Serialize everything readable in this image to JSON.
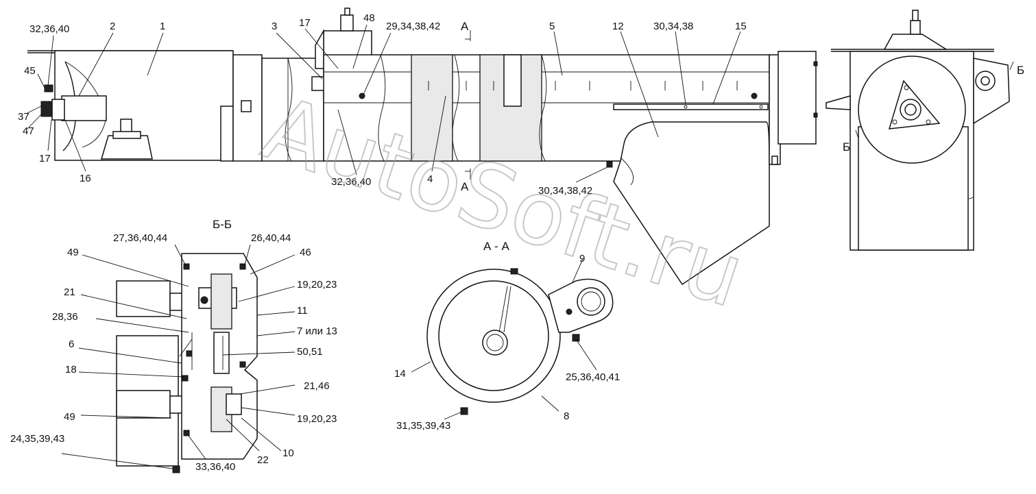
{
  "watermark": "AutoSoft.ru",
  "section_titles": {
    "bb": "Б-Б",
    "aa": "А - А",
    "a_top": "А",
    "a_bottom": "А",
    "b_top": "Б",
    "b_bottom": "Б"
  },
  "callouts": {
    "main": [
      "32,36,40",
      "2",
      "1",
      "45",
      "37",
      "47",
      "17",
      "16",
      "3",
      "17",
      "48",
      "29,34,38,42",
      "5",
      "12",
      "30,34,38",
      "15",
      "32,36,40",
      "4",
      "30,34,38,42"
    ],
    "bb": [
      "27,36,40,44",
      "26,40,44",
      "49",
      "46",
      "21",
      "19,20,23",
      "28,36",
      "11",
      "6",
      "7 или 13",
      "50,51",
      "18",
      "21,46",
      "49",
      "19,20,23",
      "24,35,39,43",
      "33,36,40",
      "22",
      "10"
    ],
    "aa": [
      "9",
      "14",
      "25,36,40,41",
      "31,35,39,43",
      "8"
    ]
  }
}
